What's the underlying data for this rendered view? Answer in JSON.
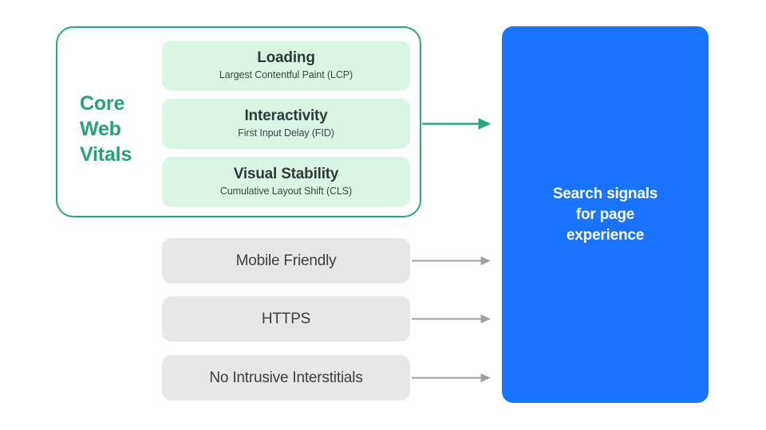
{
  "diagram": {
    "title": "Search signals for page experience",
    "colors": {
      "brand_green": "#27A17C",
      "container_border": "#2BA678",
      "metric_card_bg": "#DBF5E5",
      "metric_title_text": "#2F3B3B",
      "signal_card_bg": "#E7E7E8",
      "signal_text": "#3C4043",
      "result_box_bg": "#1A73FF",
      "result_text": "#FFFFFF",
      "green_arrow": "#2BA678",
      "gray_arrow": "#9AA0A6",
      "page_bg": "#FFFFFF"
    }
  },
  "core_web_vitals": {
    "group_label_lines": [
      "Core",
      "Web",
      "Vitals"
    ],
    "group_label": "Core Web Vitals",
    "metrics": [
      {
        "title": "Loading",
        "subtitle": "Largest Contentful Paint (LCP)",
        "abbreviation": "LCP"
      },
      {
        "title": "Interactivity",
        "subtitle": "First Input Delay (FID)",
        "abbreviation": "FID"
      },
      {
        "title": "Visual Stability",
        "subtitle": "Cumulative Layout Shift (CLS)",
        "abbreviation": "CLS"
      }
    ]
  },
  "other_signals": [
    {
      "label": "Mobile Friendly"
    },
    {
      "label": "HTTPS"
    },
    {
      "label": "No Intrusive Interstitials"
    }
  ],
  "result": {
    "text": "Search signals\nfor page\nexperience",
    "line1": "Search signals",
    "line2": "for page",
    "line3": "experience"
  },
  "connectors": [
    {
      "name": "core-web-vitals-to-result",
      "style": "green",
      "from": "core-web-vitals-container",
      "to": "result-box"
    },
    {
      "name": "mobile-friendly-to-result",
      "style": "gray",
      "from": "signal-card-mobile-friendly",
      "to": "result-box"
    },
    {
      "name": "https-to-result",
      "style": "gray",
      "from": "signal-card-https",
      "to": "result-box"
    },
    {
      "name": "no-intrusive-interstitials-to-result",
      "style": "gray",
      "from": "signal-card-no-intrusive-interstitials",
      "to": "result-box"
    }
  ]
}
